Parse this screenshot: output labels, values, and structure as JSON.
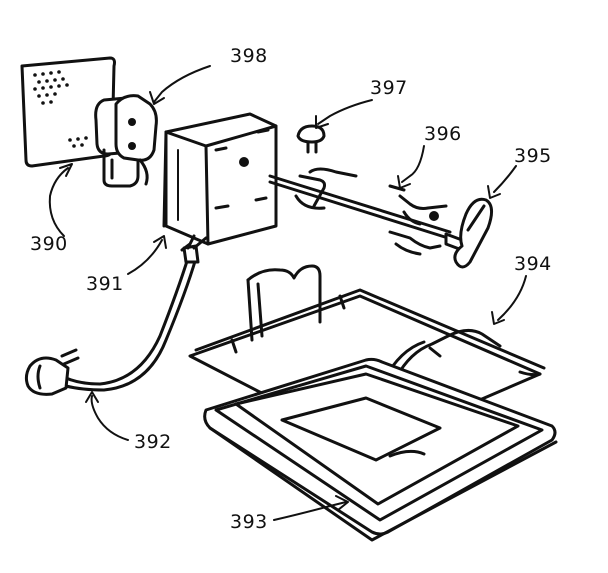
{
  "callouts": {
    "c390": "390",
    "c391": "391",
    "c392": "392",
    "c393": "393",
    "c394": "394",
    "c395": "395",
    "c396": "396",
    "c397": "397",
    "c398": "398"
  }
}
